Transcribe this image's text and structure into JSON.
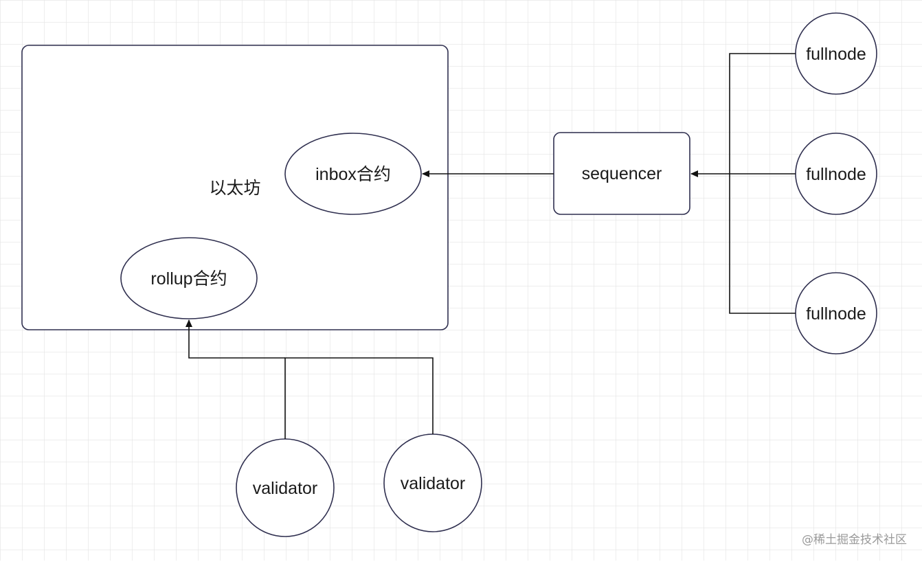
{
  "diagram": {
    "container": {
      "label": "以太坊"
    },
    "nodes": {
      "inbox": "inbox合约",
      "rollup": "rollup合约",
      "sequencer": "sequencer",
      "fullnode_1": "fullnode",
      "fullnode_2": "fullnode",
      "fullnode_3": "fullnode",
      "validator_1": "validator",
      "validator_2": "validator"
    },
    "edges": [
      {
        "from": "sequencer",
        "to": "inbox"
      },
      {
        "from": "fullnode_1",
        "to": "sequencer"
      },
      {
        "from": "fullnode_2",
        "to": "sequencer"
      },
      {
        "from": "fullnode_3",
        "to": "sequencer"
      },
      {
        "from": "validator_1",
        "to": "rollup"
      },
      {
        "from": "validator_2",
        "to": "rollup"
      }
    ]
  },
  "watermark": "@稀土掘金技术社区",
  "colors": {
    "stroke": "#2f2f4f",
    "grid": "#e3e3e3",
    "line": "#111111"
  }
}
